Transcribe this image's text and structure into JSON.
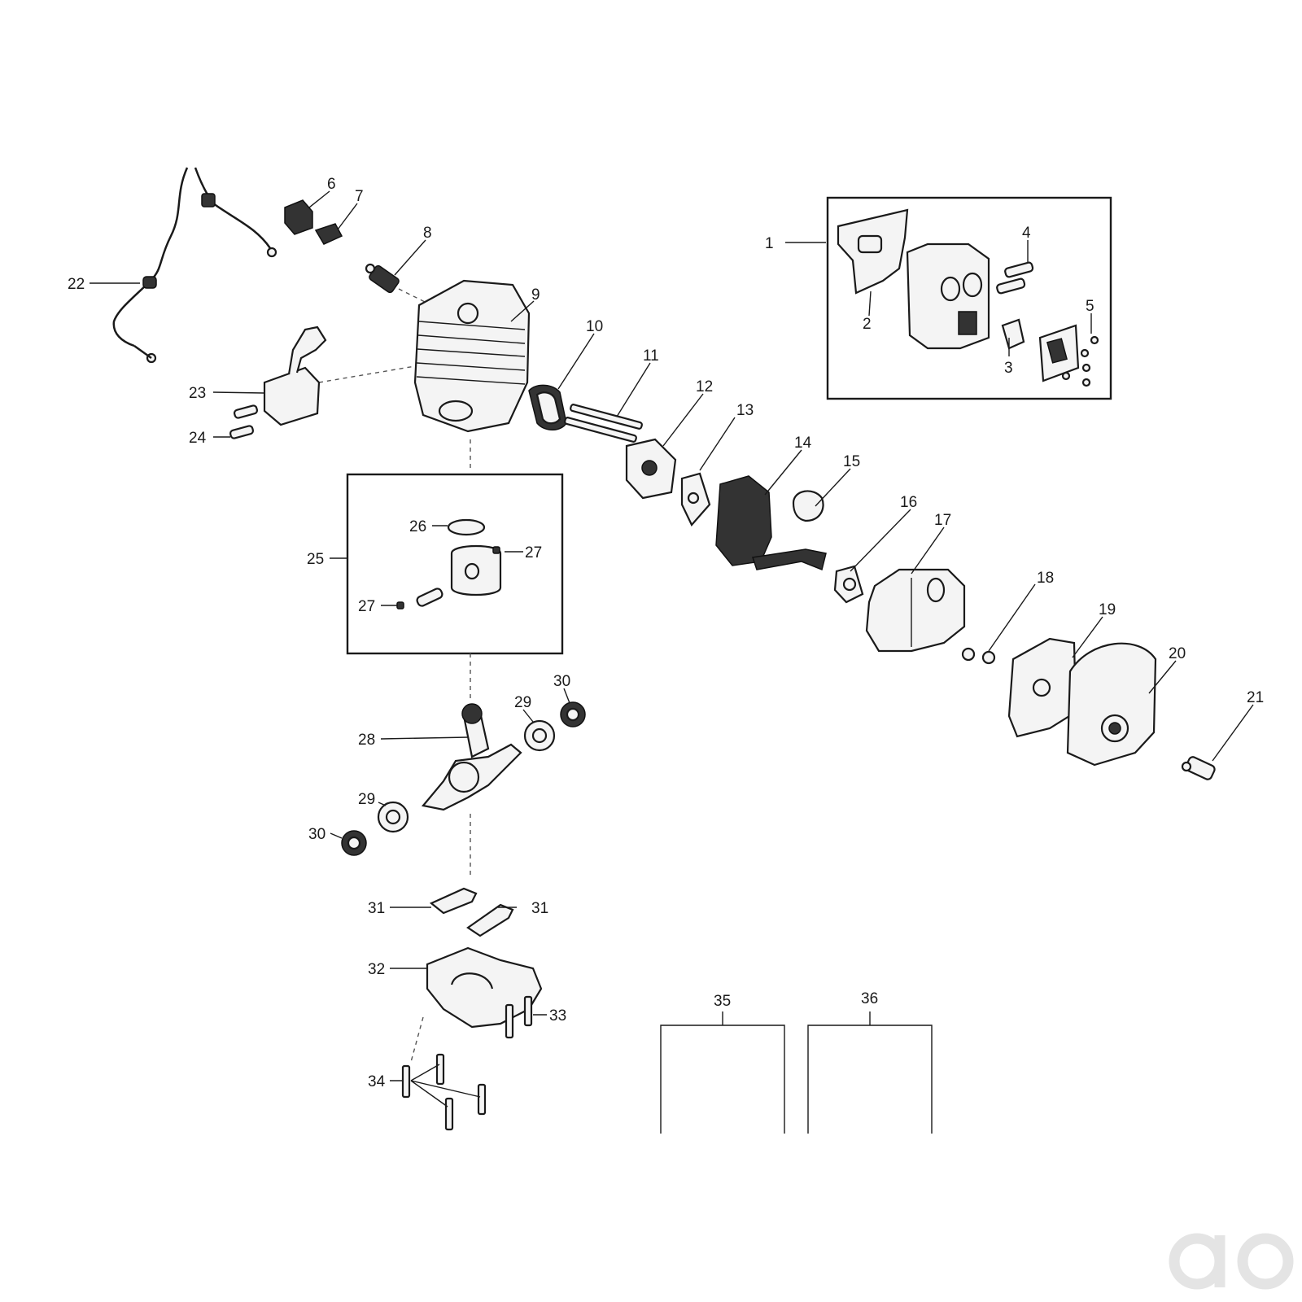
{
  "callouts": {
    "c1": "1",
    "c2": "2",
    "c3": "3",
    "c4": "4",
    "c5": "5",
    "c6": "6",
    "c7": "7",
    "c8": "8",
    "c9": "9",
    "c10": "10",
    "c11": "11",
    "c12": "12",
    "c13": "13",
    "c14": "14",
    "c15": "15",
    "c16": "16",
    "c17": "17",
    "c18": "18",
    "c19": "19",
    "c20": "20",
    "c21": "21",
    "c22": "22",
    "c23": "23",
    "c24": "24",
    "c25": "25",
    "c26": "26",
    "c27a": "27",
    "c27b": "27",
    "c28": "28",
    "c29a": "29",
    "c29b": "29",
    "c30a": "30",
    "c30b": "30",
    "c31a": "31",
    "c31b": "31",
    "c32": "32",
    "c33": "33",
    "c34": "34",
    "c35": "35",
    "c36": "36"
  },
  "colors": {
    "line": "#1a1a1a",
    "logo": "#e4e4e4",
    "background": "#ffffff"
  }
}
